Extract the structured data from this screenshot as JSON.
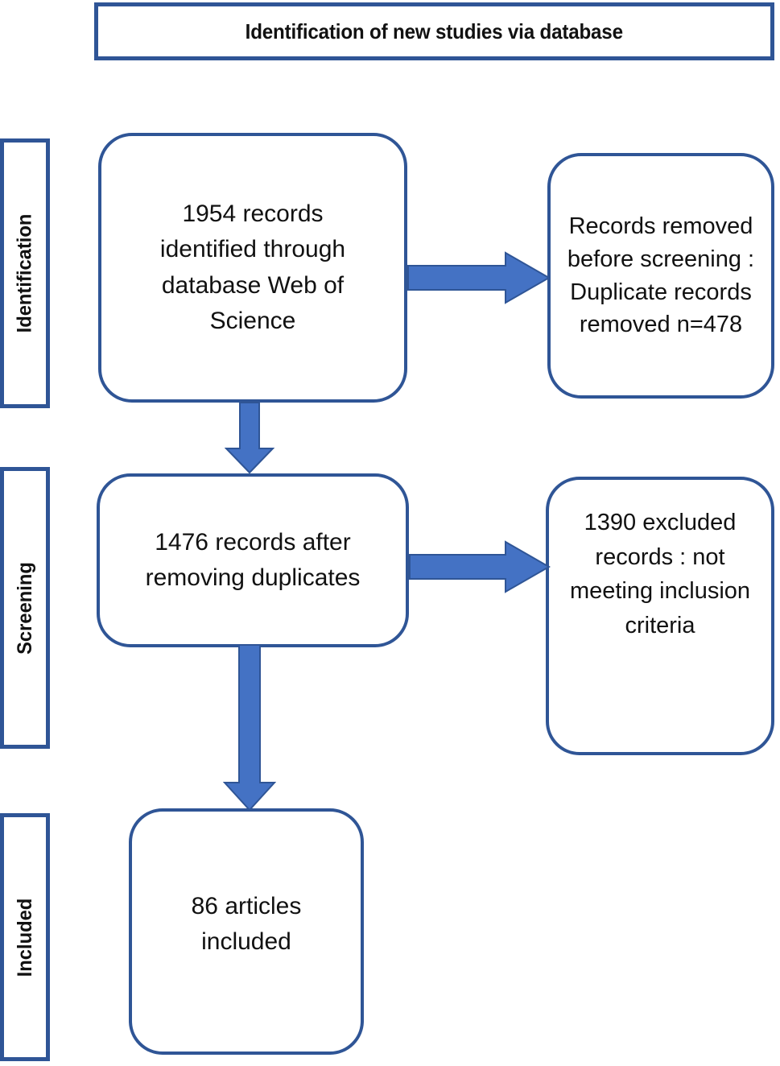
{
  "colors": {
    "box_border": "#2f5596",
    "arrow_fill": "#4472c4",
    "arrow_stroke": "#2f5596",
    "background": "#ffffff",
    "text": "#111111"
  },
  "header": {
    "title": "Identification of new studies via database"
  },
  "stages": [
    {
      "id": "identification",
      "label": "Identification"
    },
    {
      "id": "screening",
      "label": "Screening"
    },
    {
      "id": "included",
      "label": "Included"
    }
  ],
  "boxes": {
    "identified": {
      "text": "1954 records identified through database Web of Science",
      "count": 1954
    },
    "removed_before_screening": {
      "text": "Records removed before screening : Duplicate records removed n=478",
      "count": 478
    },
    "after_duplicates": {
      "text": "1476 records after removing duplicates",
      "count": 1476
    },
    "excluded": {
      "text": "1390  excluded records : not meeting inclusion criteria",
      "count": 1390
    },
    "included": {
      "text": "86  articles included",
      "count": 86
    }
  },
  "arrows": [
    {
      "id": "identified-to-removed",
      "direction": "right"
    },
    {
      "id": "identified-to-after-duplicates",
      "direction": "down"
    },
    {
      "id": "after-duplicates-to-excluded",
      "direction": "right"
    },
    {
      "id": "after-duplicates-to-included",
      "direction": "down"
    }
  ],
  "chart_data": {
    "type": "diagram",
    "title": "Identification of new studies via database",
    "nodes": [
      {
        "id": "identified",
        "stage": "Identification",
        "label": "1954 records identified through database Web of Science",
        "n": 1954
      },
      {
        "id": "removed_before_screening",
        "stage": "Identification",
        "label": "Records removed before screening : Duplicate records removed n=478",
        "n": 478
      },
      {
        "id": "after_duplicates",
        "stage": "Screening",
        "label": "1476 records after removing duplicates",
        "n": 1476
      },
      {
        "id": "excluded",
        "stage": "Screening",
        "label": "1390  excluded records : not meeting inclusion criteria",
        "n": 1390
      },
      {
        "id": "included",
        "stage": "Included",
        "label": "86  articles included",
        "n": 86
      }
    ],
    "edges": [
      {
        "from": "identified",
        "to": "removed_before_screening"
      },
      {
        "from": "identified",
        "to": "after_duplicates"
      },
      {
        "from": "after_duplicates",
        "to": "excluded"
      },
      {
        "from": "after_duplicates",
        "to": "included"
      }
    ]
  }
}
